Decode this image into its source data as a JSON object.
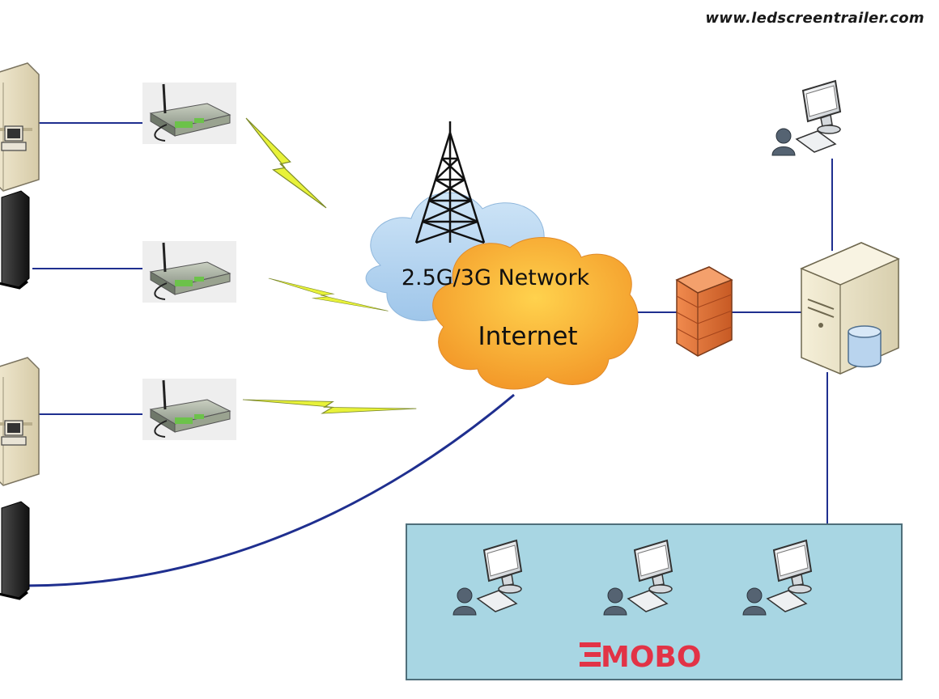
{
  "watermark": "www.ledscreentrailer.com",
  "labels": {
    "mobile_network": "2.5G/3G Network",
    "internet": "Internet"
  },
  "logo": {
    "text": "MOBO",
    "color": "#e23346"
  },
  "colors": {
    "link": "#1f2f8f",
    "lightning": "#e8f23a",
    "cloud_blue": "#b9d8f2",
    "cloud_orange": "#f6a73a",
    "firewall": "#e0743a",
    "client_panel": "#a8d6e3"
  },
  "icons": [
    "desktop-pc-icon",
    "led-display-icon",
    "router-icon",
    "lightning-icon",
    "cell-tower-icon",
    "firewall-icon",
    "server-icon",
    "database-icon",
    "user-workstation-icon"
  ]
}
